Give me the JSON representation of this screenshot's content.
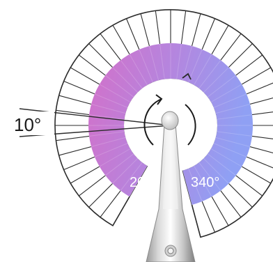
{
  "diagram": {
    "labels": {
      "left_angle": "10°",
      "bottom_left_angle": "20°",
      "bottom_right_angle": "340°"
    },
    "colors": {
      "gradient_start": "#d46fc8",
      "gradient_end": "#8fa0f4",
      "outline": "#2b2b2b",
      "handpiece_light": "#f4f4f4",
      "handpiece_dark": "#8a8a8a"
    },
    "icons": {
      "rotation": "reciprocating-rotation-arrows-icon",
      "tool": "dental-handpiece-icon"
    }
  }
}
